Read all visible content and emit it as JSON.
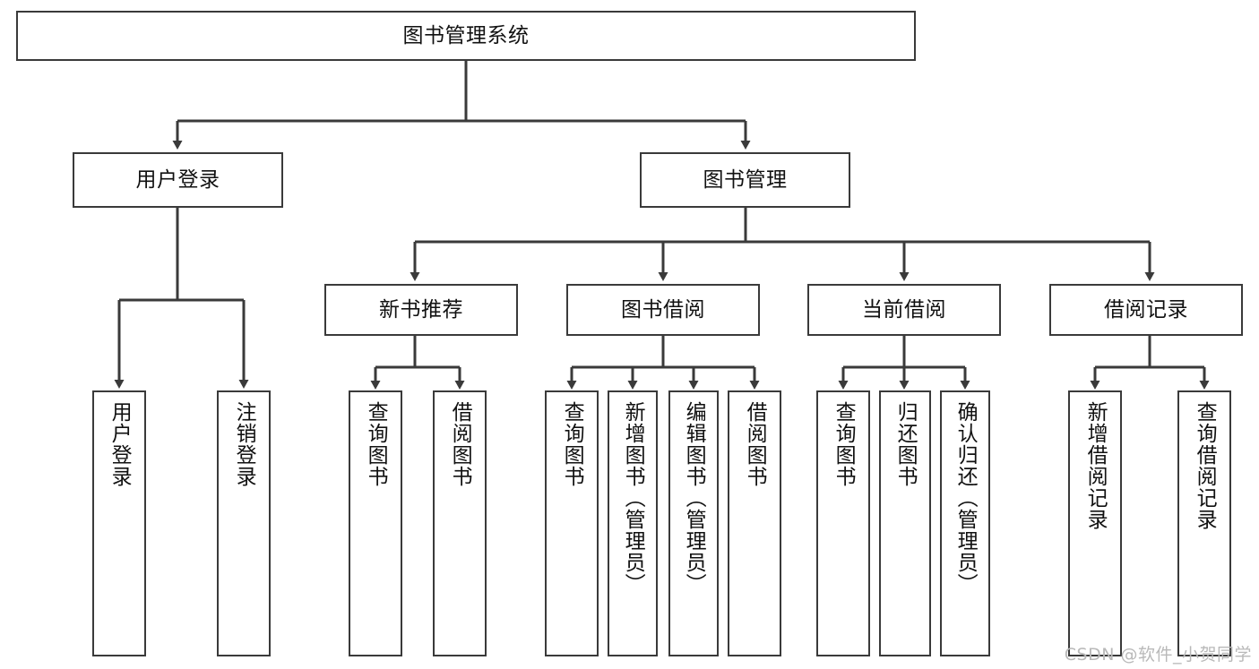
{
  "diagram": {
    "title": "图书管理系统",
    "type": "tree-hierarchy",
    "watermark": "CSDN @软件_小贺同学",
    "colors": {
      "background": "#ffffff",
      "box_border": "#3a3a3a",
      "box_fill": "#ffffff",
      "edge": "#3a3a3a",
      "text": "#111111",
      "watermark": "#b9b9b9"
    },
    "levels": {
      "root": "图书管理系统",
      "level1": [
        "用户登录",
        "图书管理"
      ],
      "level2": [
        "新书推荐",
        "图书借阅",
        "当前借阅",
        "借阅记录"
      ],
      "level3": [
        "用户登录",
        "注销登录",
        "查询图书",
        "借阅图书",
        "查询图书",
        "新增图书（管理员）",
        "编辑图书（管理员）",
        "借阅图书",
        "查询图书",
        "归还图书",
        "确认归还（管理员）",
        "新增借阅记录",
        "查询借阅记录"
      ]
    },
    "nodes": {
      "root": {
        "label": "图书管理系统"
      },
      "user_login": {
        "label": "用户登录"
      },
      "book_manage": {
        "label": "图书管理"
      },
      "new_book_rec": {
        "label": "新书推荐"
      },
      "book_borrow": {
        "label": "图书借阅"
      },
      "current_borrow": {
        "label": "当前借阅"
      },
      "borrow_record": {
        "label": "借阅记录"
      },
      "leaf_user_login": {
        "label": "用户登录"
      },
      "leaf_logout": {
        "label": "注销登录"
      },
      "leaf_query_book_1": {
        "label": "查询图书"
      },
      "leaf_borrow_book_1": {
        "label": "借阅图书"
      },
      "leaf_query_book_2": {
        "label": "查询图书"
      },
      "leaf_add_book_admin": {
        "label": "新增图书（管理员）"
      },
      "leaf_edit_book_admin": {
        "label": "编辑图书（管理员）"
      },
      "leaf_borrow_book_2": {
        "label": "借阅图书"
      },
      "leaf_query_book_3": {
        "label": "查询图书"
      },
      "leaf_return_book": {
        "label": "归还图书"
      },
      "leaf_confirm_return_admin": {
        "label": "确认归还（管理员）"
      },
      "leaf_add_borrow_record": {
        "label": "新增借阅记录"
      },
      "leaf_query_borrow_record": {
        "label": "查询借阅记录"
      }
    }
  }
}
